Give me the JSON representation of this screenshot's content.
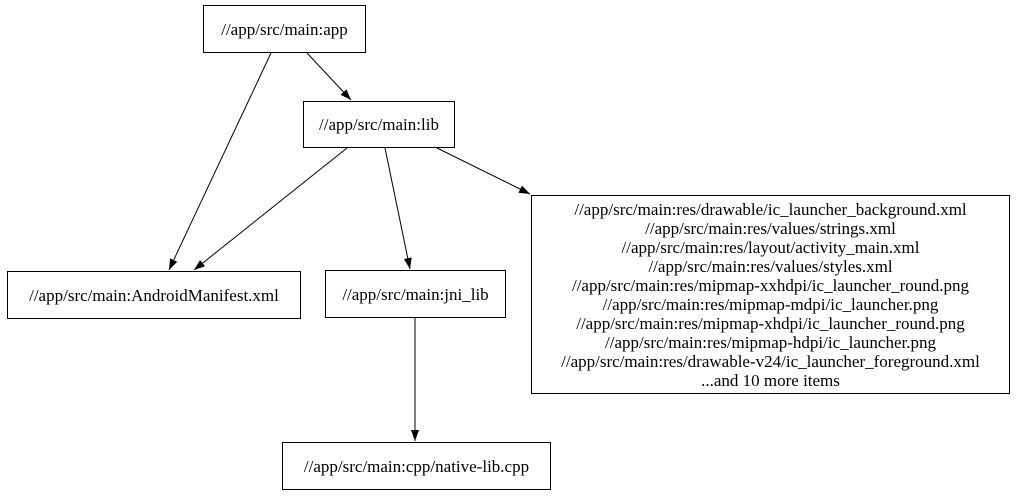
{
  "diagram": {
    "type": "dependency-graph",
    "background_color": "#ffffff",
    "node_border_color": "#000000",
    "text_color": "#000000",
    "edge_color": "#000000",
    "nodes": {
      "app": {
        "label": "//app/src/main:app"
      },
      "lib": {
        "label": "//app/src/main:lib"
      },
      "manifest": {
        "label": "//app/src/main:AndroidManifest.xml"
      },
      "jni_lib": {
        "label": "//app/src/main:jni_lib"
      },
      "native_lib": {
        "label": "//app/src/main:cpp/native-lib.cpp"
      },
      "resources": {
        "lines": [
          "//app/src/main:res/drawable/ic_launcher_background.xml",
          "//app/src/main:res/values/strings.xml",
          "//app/src/main:res/layout/activity_main.xml",
          "//app/src/main:res/values/styles.xml",
          "//app/src/main:res/mipmap-xxhdpi/ic_launcher_round.png",
          "//app/src/main:res/mipmap-mdpi/ic_launcher.png",
          "//app/src/main:res/mipmap-xhdpi/ic_launcher_round.png",
          "//app/src/main:res/mipmap-hdpi/ic_launcher.png",
          "//app/src/main:res/drawable-v24/ic_launcher_foreground.xml",
          "...and 10 more items"
        ]
      }
    },
    "edges": [
      {
        "from": "app",
        "to": "manifest"
      },
      {
        "from": "app",
        "to": "lib"
      },
      {
        "from": "lib",
        "to": "manifest"
      },
      {
        "from": "lib",
        "to": "jni_lib"
      },
      {
        "from": "lib",
        "to": "resources"
      },
      {
        "from": "jni_lib",
        "to": "native_lib"
      }
    ]
  }
}
